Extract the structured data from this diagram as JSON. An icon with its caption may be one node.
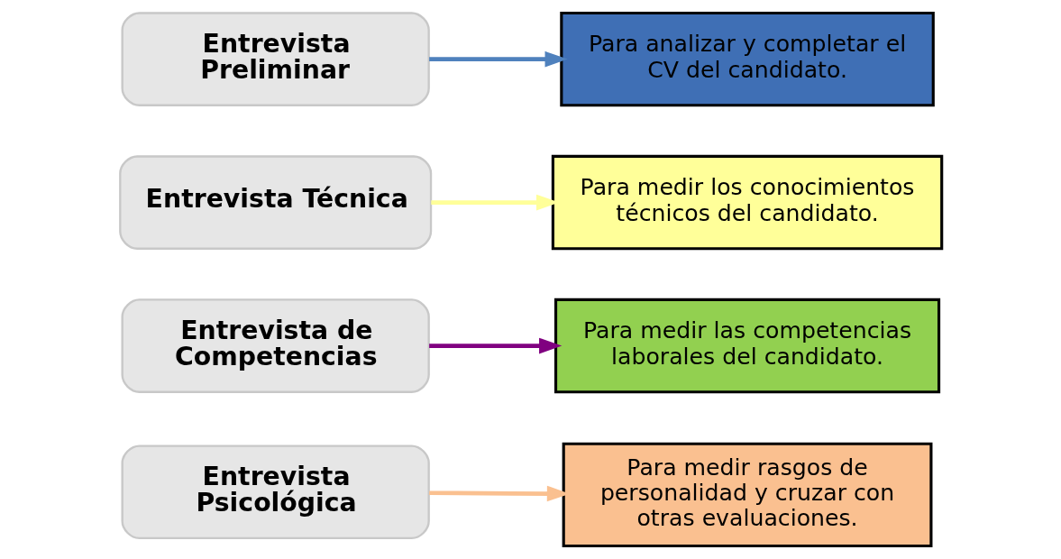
{
  "diagram": {
    "nodes": [
      {
        "text": [
          "Entrevista Preliminar"
        ]
      },
      {
        "text": [
          "Para analizar y completar el CV del candidato."
        ]
      },
      {
        "text": [
          "Entrevista Técnica"
        ]
      },
      {
        "text": [
          "Para medir los conocimientos técnicos del candidato."
        ]
      },
      {
        "text": [
          "Entrevista de Competencias"
        ]
      },
      {
        "text": [
          "Para medir las competencias laborales del candidato."
        ]
      },
      {
        "text": [
          "Entrevista Psicológica"
        ]
      },
      {
        "text": [
          "Para medir rasgos de personalidad y cruzar con otras evaluaciones."
        ]
      }
    ],
    "edges": [
      {
        "from": 0,
        "to": 1,
        "arrow": "to",
        "color": "#4f81bd"
      },
      {
        "from": 2,
        "to": 3,
        "arrow": "to",
        "color": "#ffff99"
      },
      {
        "from": 4,
        "to": 5,
        "arrow": "to",
        "color": "#800080"
      },
      {
        "from": 6,
        "to": 7,
        "arrow": "to",
        "color": "#fac090"
      }
    ]
  }
}
